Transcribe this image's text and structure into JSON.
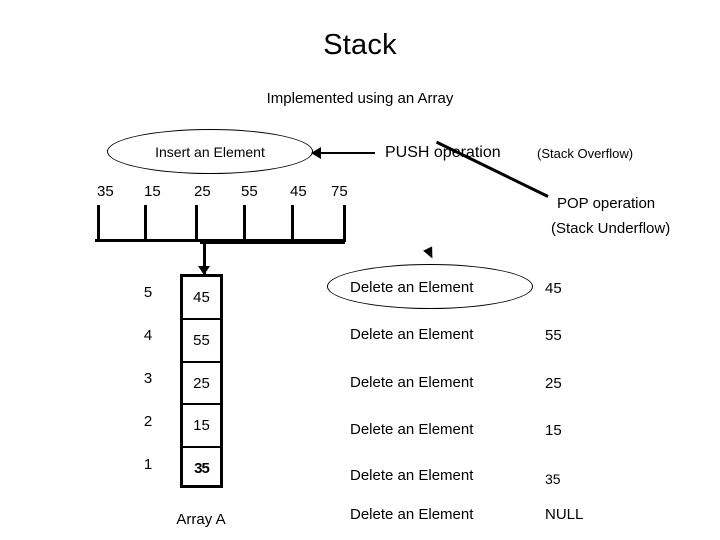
{
  "slide": {
    "title": "Stack",
    "subtitle": "Implemented using an Array"
  },
  "push_section": {
    "ellipse_label": "Insert an Element",
    "operation_label": "PUSH operation",
    "error_label": "(Stack Overflow)"
  },
  "pop_section": {
    "ellipse_label": "Delete an Element",
    "operation_label": "POP operation",
    "error_label": "(Stack Underflow)"
  },
  "input_sequence": {
    "values": [
      "35",
      "15",
      "25",
      "55",
      "45",
      "75"
    ]
  },
  "array": {
    "caption": "Array A",
    "rows": [
      {
        "index": "5",
        "value": "45"
      },
      {
        "index": "4",
        "value": "55"
      },
      {
        "index": "3",
        "value": "25"
      },
      {
        "index": "2",
        "value": "15"
      },
      {
        "index": "1",
        "value": "35"
      }
    ]
  },
  "delete_rows": [
    {
      "label": "Delete an Element",
      "value": "45"
    },
    {
      "label": "Delete an Element",
      "value": "55"
    },
    {
      "label": "Delete an Element",
      "value": "25"
    },
    {
      "label": "Delete an Element",
      "value": "15"
    },
    {
      "label": "Delete an Element",
      "value": "35"
    },
    {
      "label": "Delete an Element",
      "value": "NULL"
    }
  ],
  "colors": {
    "background": "#ffffff",
    "ink": "#000000"
  }
}
